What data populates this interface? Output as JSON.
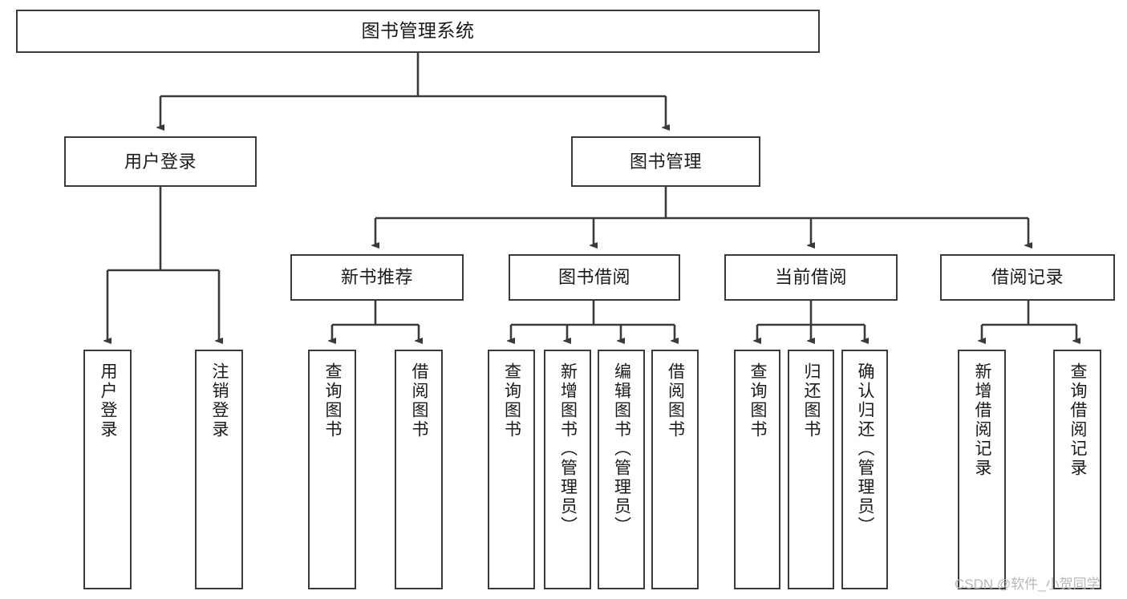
{
  "diagram": {
    "type": "tree",
    "title": "图书管理系统",
    "stroke_color": "#3a3a3a",
    "fill_color": "#ffffff",
    "text_color": "#1a1a1a"
  },
  "root": {
    "label": "图书管理系统"
  },
  "level2": [
    {
      "label": "用户登录"
    },
    {
      "label": "图书管理"
    }
  ],
  "level3": [
    {
      "label": "新书推荐"
    },
    {
      "label": "图书借阅"
    },
    {
      "label": "当前借阅"
    },
    {
      "label": "借阅记录"
    }
  ],
  "leaves": {
    "user_login": [
      {
        "label": "用户登录"
      },
      {
        "label": "注销登录"
      }
    ],
    "new_book_recommend": [
      {
        "label": "查询图书"
      },
      {
        "label": "借阅图书"
      }
    ],
    "book_borrow": [
      {
        "label": "查询图书"
      },
      {
        "label": "新增图书（管理员）"
      },
      {
        "label": "编辑图书（管理员）"
      },
      {
        "label": "借阅图书"
      }
    ],
    "current_borrow": [
      {
        "label": "查询图书"
      },
      {
        "label": "归还图书"
      },
      {
        "label": "确认归还（管理员）"
      }
    ],
    "borrow_record": [
      {
        "label": "新增借阅记录"
      },
      {
        "label": "查询借阅记录"
      }
    ]
  },
  "watermark": {
    "text": "CSDN @软件_小贺同学"
  }
}
